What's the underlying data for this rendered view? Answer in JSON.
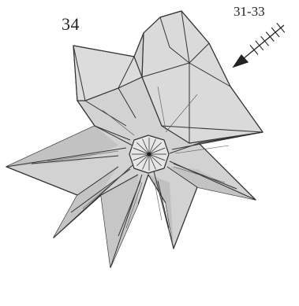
{
  "step": {
    "number": "34",
    "reference_steps": "31-33"
  },
  "colors": {
    "paper": "#d2d2d2",
    "paper_light": "#dedede",
    "paper_dark": "#b9b9b9",
    "line": "#333333",
    "background": "#ffffff"
  },
  "symbols": {
    "repeat_arrow": "repeat-steps-arrow-icon",
    "center": "center-crease-burst"
  }
}
